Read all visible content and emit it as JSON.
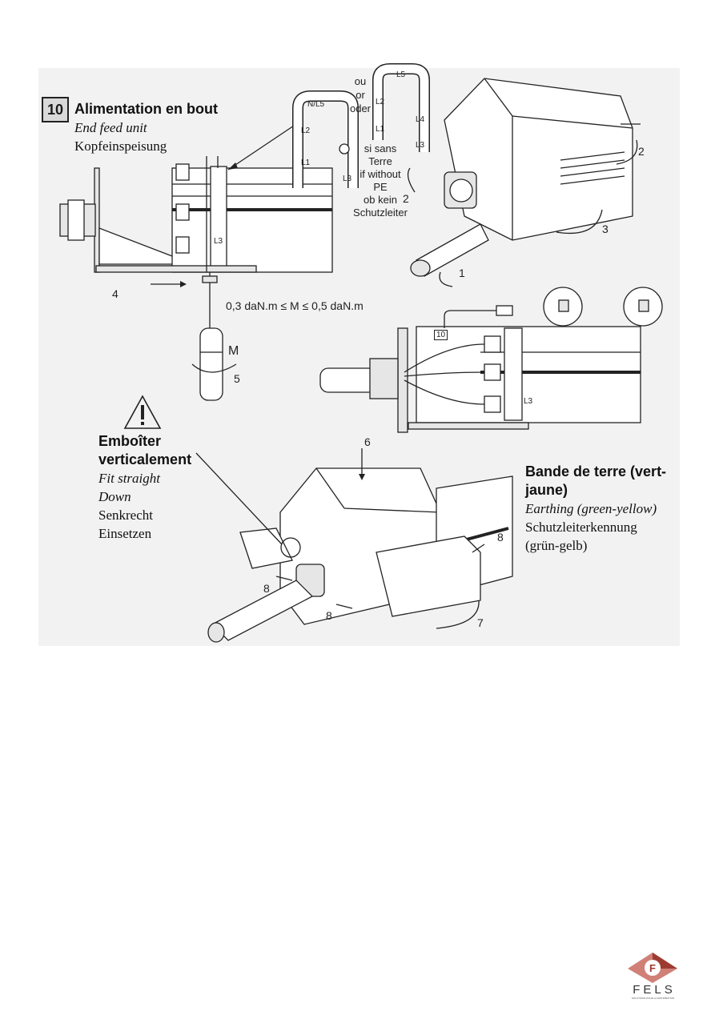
{
  "step": {
    "number": "10",
    "title_fr": "Alimentation en bout",
    "title_en": "End feed unit",
    "title_de": "Kopfeinspeisung"
  },
  "or_note": {
    "fr": "ou",
    "en": "or",
    "de": "oder"
  },
  "without_pe_note": [
    "si sans",
    "Terre",
    "if without",
    "PE",
    "ob kein",
    "Schutzleiter"
  ],
  "torque_note": "0,3 daN.m ≤ M ≤ 0,5 daN.m",
  "torque_symbol": "M",
  "step_numbers": {
    "n1": "1",
    "n2a": "2",
    "n2b": "2",
    "n3": "3",
    "n4": "4",
    "n5": "5",
    "n6": "6",
    "n7": "7",
    "n8a": "8",
    "n8b": "8",
    "n8c": "8",
    "n10": "10"
  },
  "strip_labels": {
    "top": "N/L5",
    "l1": "L1",
    "l2": "L2",
    "l3": "L3",
    "l4": "L4",
    "alt_top": "L5",
    "alt_l1": "L1",
    "alt_l2": "L2",
    "alt_l3": "L3",
    "alt_l4": "L4",
    "housing_l3": "L3",
    "lower_l3": "L3"
  },
  "fit_note": {
    "fr_line1": "Emboîter",
    "fr_line2": "verticalement",
    "en_line1": "Fit straight",
    "en_line2": "Down",
    "de_line1": "Senkrecht",
    "de_line2": "Einsetzen"
  },
  "earthing_note": {
    "fr_line1": "Bande de terre (vert-",
    "fr_line2": "jaune)",
    "en": "Earthing (green-yellow)",
    "de_line1": "Schutzleiterkennung",
    "de_line2": "(grün-gelb)"
  },
  "logo": {
    "text": "FELS",
    "tagline": "SOLUTIONS POUR LA DISTRIBUTION",
    "accent": "#b5473a"
  },
  "colors": {
    "panel": "#f2f2f2",
    "step_box": "#d9d9d9",
    "line": "#222222"
  }
}
